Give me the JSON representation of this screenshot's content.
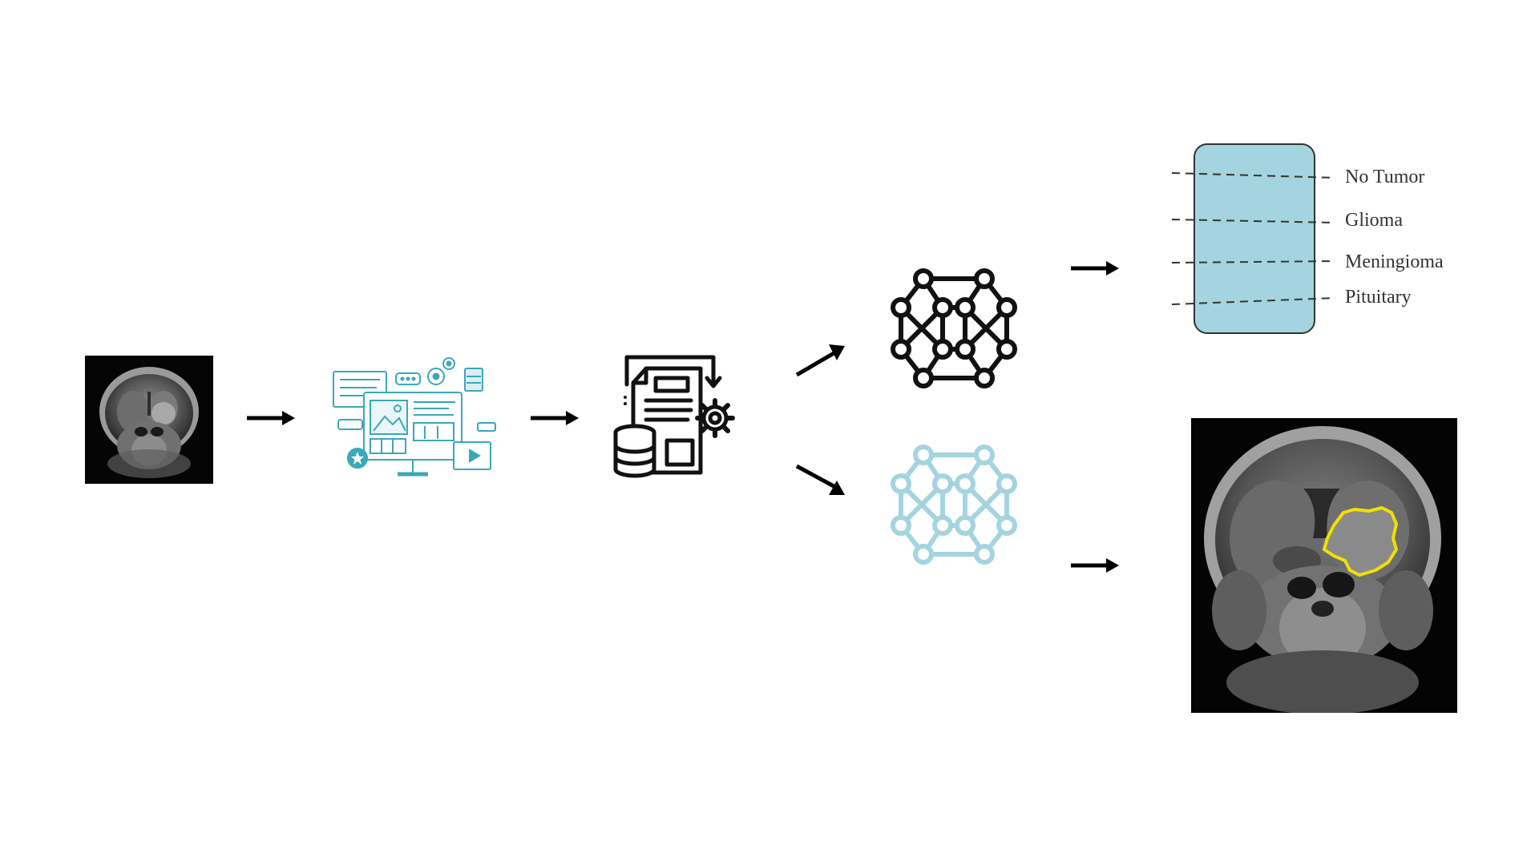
{
  "diagram": {
    "classes": {
      "no_tumor": "No Tumor",
      "glioma": "Glioma",
      "meningioma": "Meningioma",
      "pituitary": "Pituitary"
    },
    "colors": {
      "arrow": "#000000",
      "classifier_box": "#a4d4e0",
      "segmentation_network": "#a4d4e0",
      "classification_network": "#000000",
      "tumor_outline": "#f0e000"
    }
  }
}
